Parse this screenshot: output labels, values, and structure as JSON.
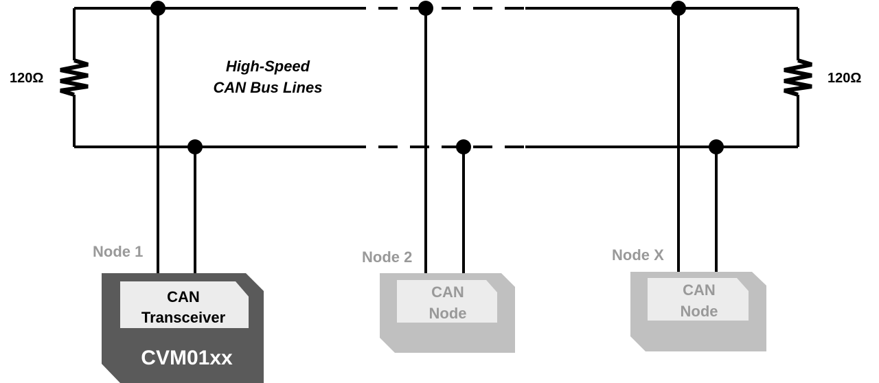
{
  "resistor_left": {
    "label": "120Ω"
  },
  "resistor_right": {
    "label": "120Ω"
  },
  "bus": {
    "title_line1": "High-Speed",
    "title_line2": "CAN Bus Lines"
  },
  "node1": {
    "label": "Node 1",
    "inner_line1": "CAN",
    "inner_line2": "Transceiver",
    "module": "CVM01xx"
  },
  "node2": {
    "label": "Node 2",
    "inner_line1": "CAN",
    "inner_line2": "Node"
  },
  "nodeX": {
    "label": "Node X",
    "inner_line1": "CAN",
    "inner_line2": "Node"
  },
  "colors": {
    "line": "#000000",
    "dark_module": "#5a5a5a",
    "light_module": "#c0c0c0",
    "inner_box": "#ececec",
    "node_label": "#999999"
  }
}
